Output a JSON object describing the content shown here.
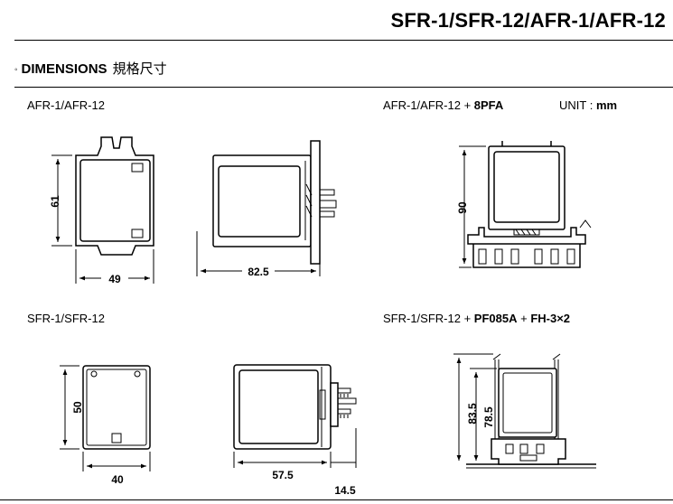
{
  "header": {
    "title": "SFR-1/SFR-12/AFR-1/AFR-12"
  },
  "section": {
    "bullet": "◦",
    "title": "DIMENSIONS",
    "title_cn": "規格尺寸"
  },
  "afr_label": "AFR-1/AFR-12",
  "afr_socket_label": {
    "prefix": "AFR-1/AFR-12 + ",
    "bold": "8PFA"
  },
  "unit_label": {
    "prefix": "UNIT : ",
    "bold": "mm"
  },
  "sfr_label": "SFR-1/SFR-12",
  "sfr_socket_label": {
    "prefix": "SFR-1/SFR-12 + ",
    "bold1": "PF085A",
    "mid": " + ",
    "bold2": "FH-3×2"
  },
  "dimensions": {
    "afr_front_height": "61",
    "afr_front_width": "49",
    "afr_side_depth": "82.5",
    "afr_socket_height": "90",
    "sfr_front_height": "50",
    "sfr_front_width": "40",
    "sfr_side_depth": "57.5",
    "sfr_pin_length": "14.5",
    "sfr_socket_height_outer": "83.5",
    "sfr_socket_height_inner": "78.5"
  }
}
